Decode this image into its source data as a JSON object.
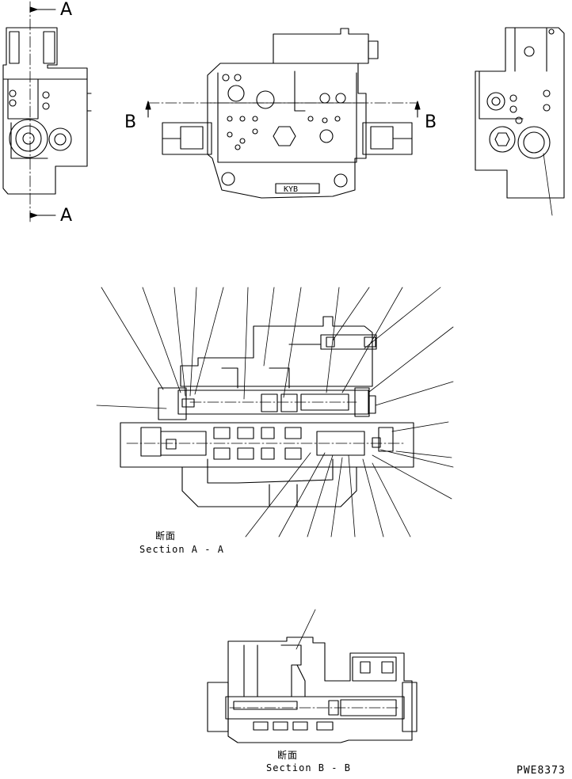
{
  "section_markers": {
    "a_top": "A",
    "a_bottom": "A",
    "b_left": "B",
    "b_right": "B"
  },
  "section_aa": {
    "kanji": "断面",
    "caption": "Section A - A"
  },
  "section_bb": {
    "kanji": "断面",
    "caption": "Section B - B"
  },
  "drawing_code": "PWE8373"
}
